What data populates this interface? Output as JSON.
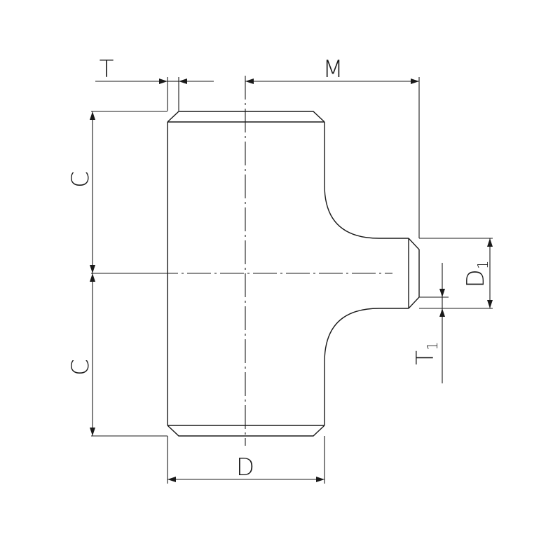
{
  "labels": {
    "T": "T",
    "M": "M",
    "C_upper": "C",
    "C_lower": "C",
    "D": "D",
    "D1_main": "D",
    "D1_sub": "1",
    "T1_main": "T",
    "T1_sub": "1"
  },
  "colors": {
    "line": "#1a1a1a",
    "background": "#ffffff"
  }
}
